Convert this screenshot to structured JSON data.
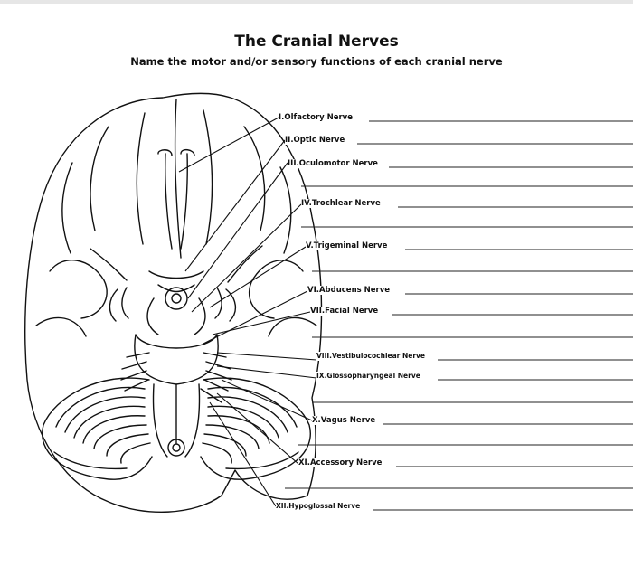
{
  "worksheet": {
    "title": "The Cranial Nerves",
    "subtitle": "Name the motor and/or sensory functions of each cranial nerve",
    "nerves": [
      "I.Olfactory Nerve",
      "II.Optic Nerve",
      "III.Oculomotor Nerve",
      "IV.Trochlear Nerve",
      "V.Trigeminal Nerve",
      "VI.Abducens Nerve",
      "VII.Facial Nerve",
      "VIII.Vestibulocochlear Nerve",
      "IX.Glossopharyngeal Nerve",
      "X.Vagus Nerve",
      "XI.Accessory Nerve",
      "XII.Hypoglossal Nerve"
    ]
  }
}
